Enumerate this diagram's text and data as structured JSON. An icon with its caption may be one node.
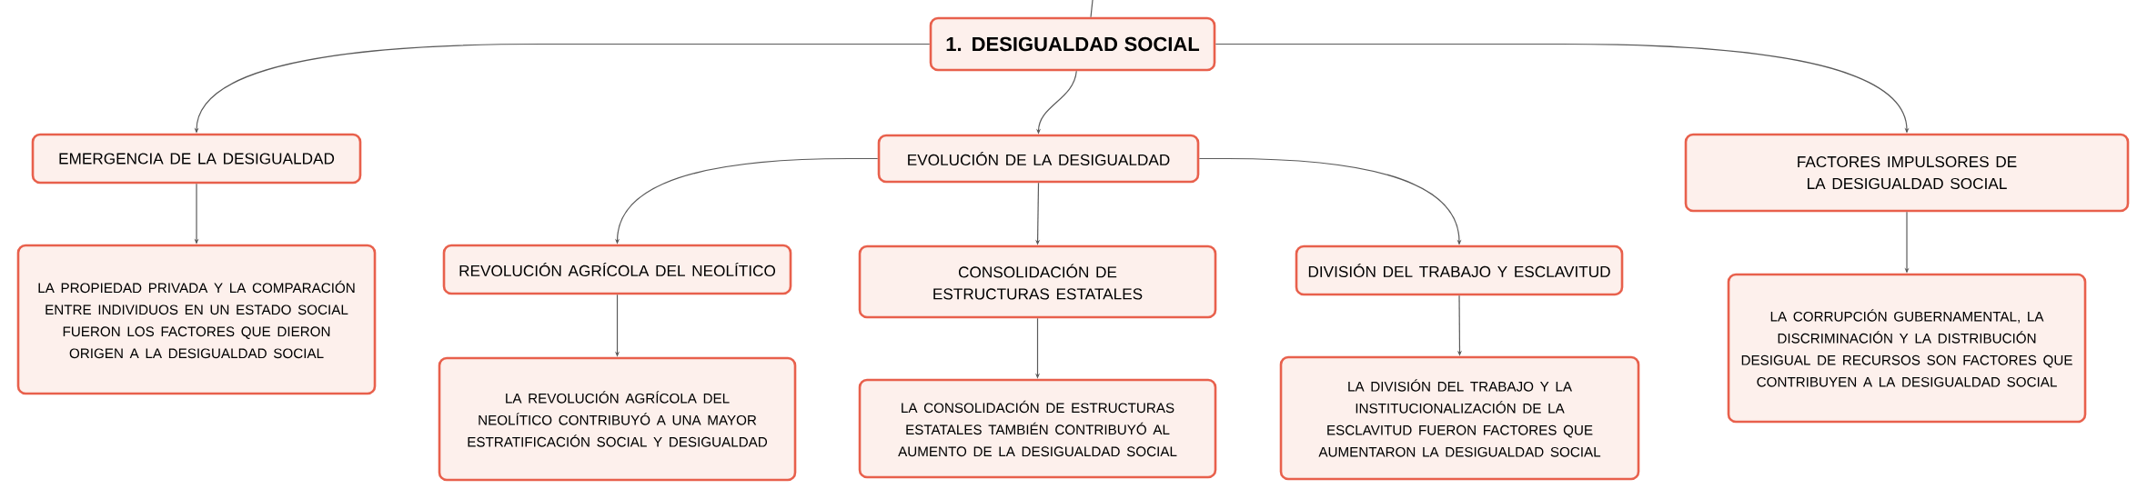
{
  "diagram": {
    "nodes": [
      {
        "text": [
          "1. DESIGUALDAD SOCIAL"
        ]
      },
      {
        "text": [
          "EMERGENCIA DE LA DESIGUALDAD"
        ]
      },
      {
        "text": [
          "EVOLUCIÓN DE LA DESIGUALDAD"
        ]
      },
      {
        "text": [
          "FACTORES IMPULSORES DE LA DESIGUALDAD SOCIAL"
        ]
      },
      {
        "text": [
          "LA PROPIEDAD PRIVADA Y LA COMPARACIÓN ENTRE INDIVIDUOS EN UN ESTADO SOCIAL FUERON LOS FACTORES QUE DIERON ORIGEN A LA DESIGUALDAD SOCIAL"
        ]
      },
      {
        "text": [
          "REVOLUCIÓN AGRÍCOLA DEL NEOLÍTICO"
        ]
      },
      {
        "text": [
          "CONSOLIDACIÓN DE ESTRUCTURAS ESTATALES"
        ]
      },
      {
        "text": [
          "DIVISIÓN DEL TRABAJO Y ESCLAVITUD"
        ]
      },
      {
        "text": [
          "LA REVOLUCIÓN AGRÍCOLA DEL NEOLÍTICO CONTRIBUYÓ A UNA MAYOR ESTRATIFICACIÓN SOCIAL Y DESIGUALDAD"
        ]
      },
      {
        "text": [
          "LA CONSOLIDACIÓN DE ESTRUCTURAS ESTATALES TAMBIÉN CONTRIBUYÓ AL AUMENTO DE LA DESIGUALDAD SOCIAL"
        ]
      },
      {
        "text": [
          "LA DIVISIÓN DEL TRABAJO Y LA INSTITUCIONALIZACIÓN DE LA ESCLAVITUD FUERON FACTORES QUE AUMENTARON LA DESIGUALDAD SOCIAL"
        ]
      },
      {
        "text": [
          "LA CORRUPCIÓN GUBERNAMENTAL, LA DISCRIMINACIÓN Y LA DISTRIBUCIÓN DESIGUAL DE RECURSOS SON FACTORES QUE CONTRIBUYEN A LA DESIGUALDAD SOCIAL"
        ]
      }
    ],
    "edges": [
      {
        "from": null,
        "to": 0,
        "arrow": "none"
      },
      {
        "from": 0,
        "to": 1,
        "arrow": "to"
      },
      {
        "from": 0,
        "to": 2,
        "arrow": "to"
      },
      {
        "from": 0,
        "to": 3,
        "arrow": "to"
      },
      {
        "from": 1,
        "to": 4,
        "arrow": "to"
      },
      {
        "from": 2,
        "to": 5,
        "arrow": "to"
      },
      {
        "from": 2,
        "to": 6,
        "arrow": "to"
      },
      {
        "from": 2,
        "to": 7,
        "arrow": "to"
      },
      {
        "from": 5,
        "to": 8,
        "arrow": "to"
      },
      {
        "from": 6,
        "to": 9,
        "arrow": "to"
      },
      {
        "from": 7,
        "to": 10,
        "arrow": "to"
      },
      {
        "from": 3,
        "to": 11,
        "arrow": "to"
      }
    ]
  }
}
